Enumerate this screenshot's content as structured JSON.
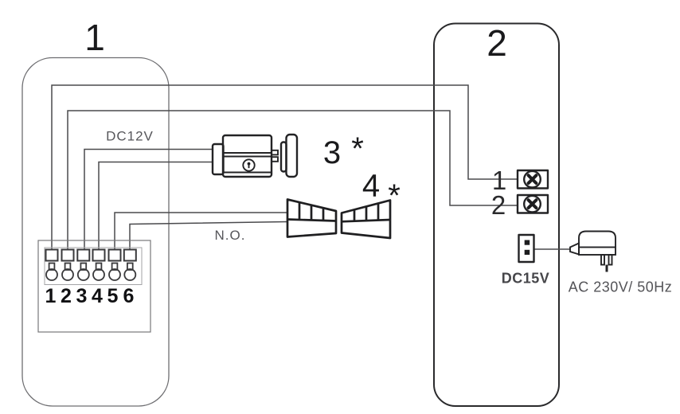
{
  "devices": {
    "indoor_monitor": {
      "label": "1"
    },
    "door_station": {
      "label": "2"
    }
  },
  "terminal_block": {
    "terminals": [
      "1",
      "2",
      "3",
      "4",
      "5",
      "6"
    ]
  },
  "wire_labels": {
    "dc12v": "DC12V",
    "normally_open": "N.O."
  },
  "components": {
    "lock": {
      "number": "3",
      "note_mark": "*"
    },
    "gate": {
      "number": "4",
      "note_mark": "*"
    }
  },
  "door_station_terminals": {
    "terminal1": "1",
    "terminal2": "2"
  },
  "power": {
    "dc_socket_label": "DC15V",
    "ac_adapter_label": "AC 230V/ 50Hz"
  },
  "colors": {
    "wire": "#4a4a4d",
    "outline_light": "#6e6e71",
    "outline_bold": "#1f1f21",
    "text_gray": "#56565a",
    "text_black": "#1a1a1c"
  }
}
